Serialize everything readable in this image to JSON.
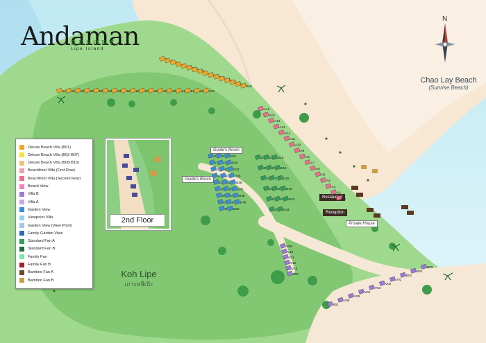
{
  "brand": {
    "name": "Andaman",
    "resort": "RESORT",
    "sub": "Lipe Island"
  },
  "compass": {
    "north": "N"
  },
  "beach": {
    "title": "Chao Lay Beach",
    "subtitle": "(Sunrise Beach)"
  },
  "island": {
    "name": "Koh Lipe",
    "thai": "เกาะหลีเป๊ะ"
  },
  "inset": {
    "title": "2nd Floor"
  },
  "tags": {
    "guide_room_1": "Guide's Room",
    "guide_room_2": "Guide's Room",
    "restaurant": "Restaurant",
    "reception": "Reception",
    "private_house": "Private House"
  },
  "legend": [
    {
      "label": "Deluxe Beach Villa (B01)",
      "color": "#f5a623"
    },
    {
      "label": "Deluxe Beach Villa (B02-B07)",
      "color": "#f7e03a"
    },
    {
      "label": "Deluxe Beach Villa (B08-B10)",
      "color": "#f0c27b"
    },
    {
      "label": "Beachfront Villa (First Row)",
      "color": "#f2a0a8"
    },
    {
      "label": "Beachfront Villa (Second Row)",
      "color": "#ec6f8f"
    },
    {
      "label": "Beach View",
      "color": "#f57fb8"
    },
    {
      "label": "Villa B",
      "color": "#9b7bd8"
    },
    {
      "label": "Villa A",
      "color": "#c9a6e8"
    },
    {
      "label": "Garden View",
      "color": "#3a8fd9"
    },
    {
      "label": "Viewpoint Villa",
      "color": "#8fd3f0"
    },
    {
      "label": "Garden View (View Point)",
      "color": "#a6c8e8"
    },
    {
      "label": "Family Garden View",
      "color": "#2b6cb0"
    },
    {
      "label": "Standard Fan A",
      "color": "#2e9e5b"
    },
    {
      "label": "Standard Fan B",
      "color": "#1f6e3c"
    },
    {
      "label": "Family Fan",
      "color": "#7de8a8"
    },
    {
      "label": "Family Fan B",
      "color": "#a11f2a"
    },
    {
      "label": "Bamboo Fan A",
      "color": "#6b4a2b"
    },
    {
      "label": "Bamboo Fan B",
      "color": "#c8a04b"
    }
  ],
  "units": [
    "D1",
    "D2",
    "D3",
    "D4",
    "924",
    "926",
    "928",
    "D6",
    "911",
    "929",
    "932",
    "933",
    "934",
    "922",
    "920",
    "918",
    "915",
    "914",
    "941",
    "939",
    "937",
    "935",
    "933",
    "931",
    "929",
    "927",
    "925",
    "923",
    "921",
    "919",
    "917",
    "915",
    "913",
    "A16",
    "A15",
    "A14",
    "A13",
    "A12",
    "A11",
    "A10",
    "A9",
    "A8",
    "A7",
    "A6",
    "A5",
    "A4",
    "A3",
    "A2",
    "A1",
    "D25",
    "D26",
    "D27",
    "D28",
    "D29",
    "D30",
    "D31",
    "D32",
    "D33",
    "D34",
    "D35",
    "D36",
    "D37",
    "D38",
    "D39",
    "D40",
    "D41",
    "D42",
    "D43",
    "D44",
    "D45",
    "D46",
    "D47",
    "D48",
    "D49",
    "D50",
    "D8",
    "D9",
    "D10",
    "D11",
    "D12",
    "D13",
    "D14",
    "D15",
    "D16",
    "D17",
    "D18",
    "D19",
    "D20",
    "D21",
    "D22",
    "D23",
    "D24",
    "V08",
    "V10",
    "V11",
    "V12",
    "V13",
    "902",
    "901",
    "V06",
    "V05",
    "V04",
    "V03",
    "V02",
    "V01",
    "B01",
    "B02",
    "B03"
  ]
}
